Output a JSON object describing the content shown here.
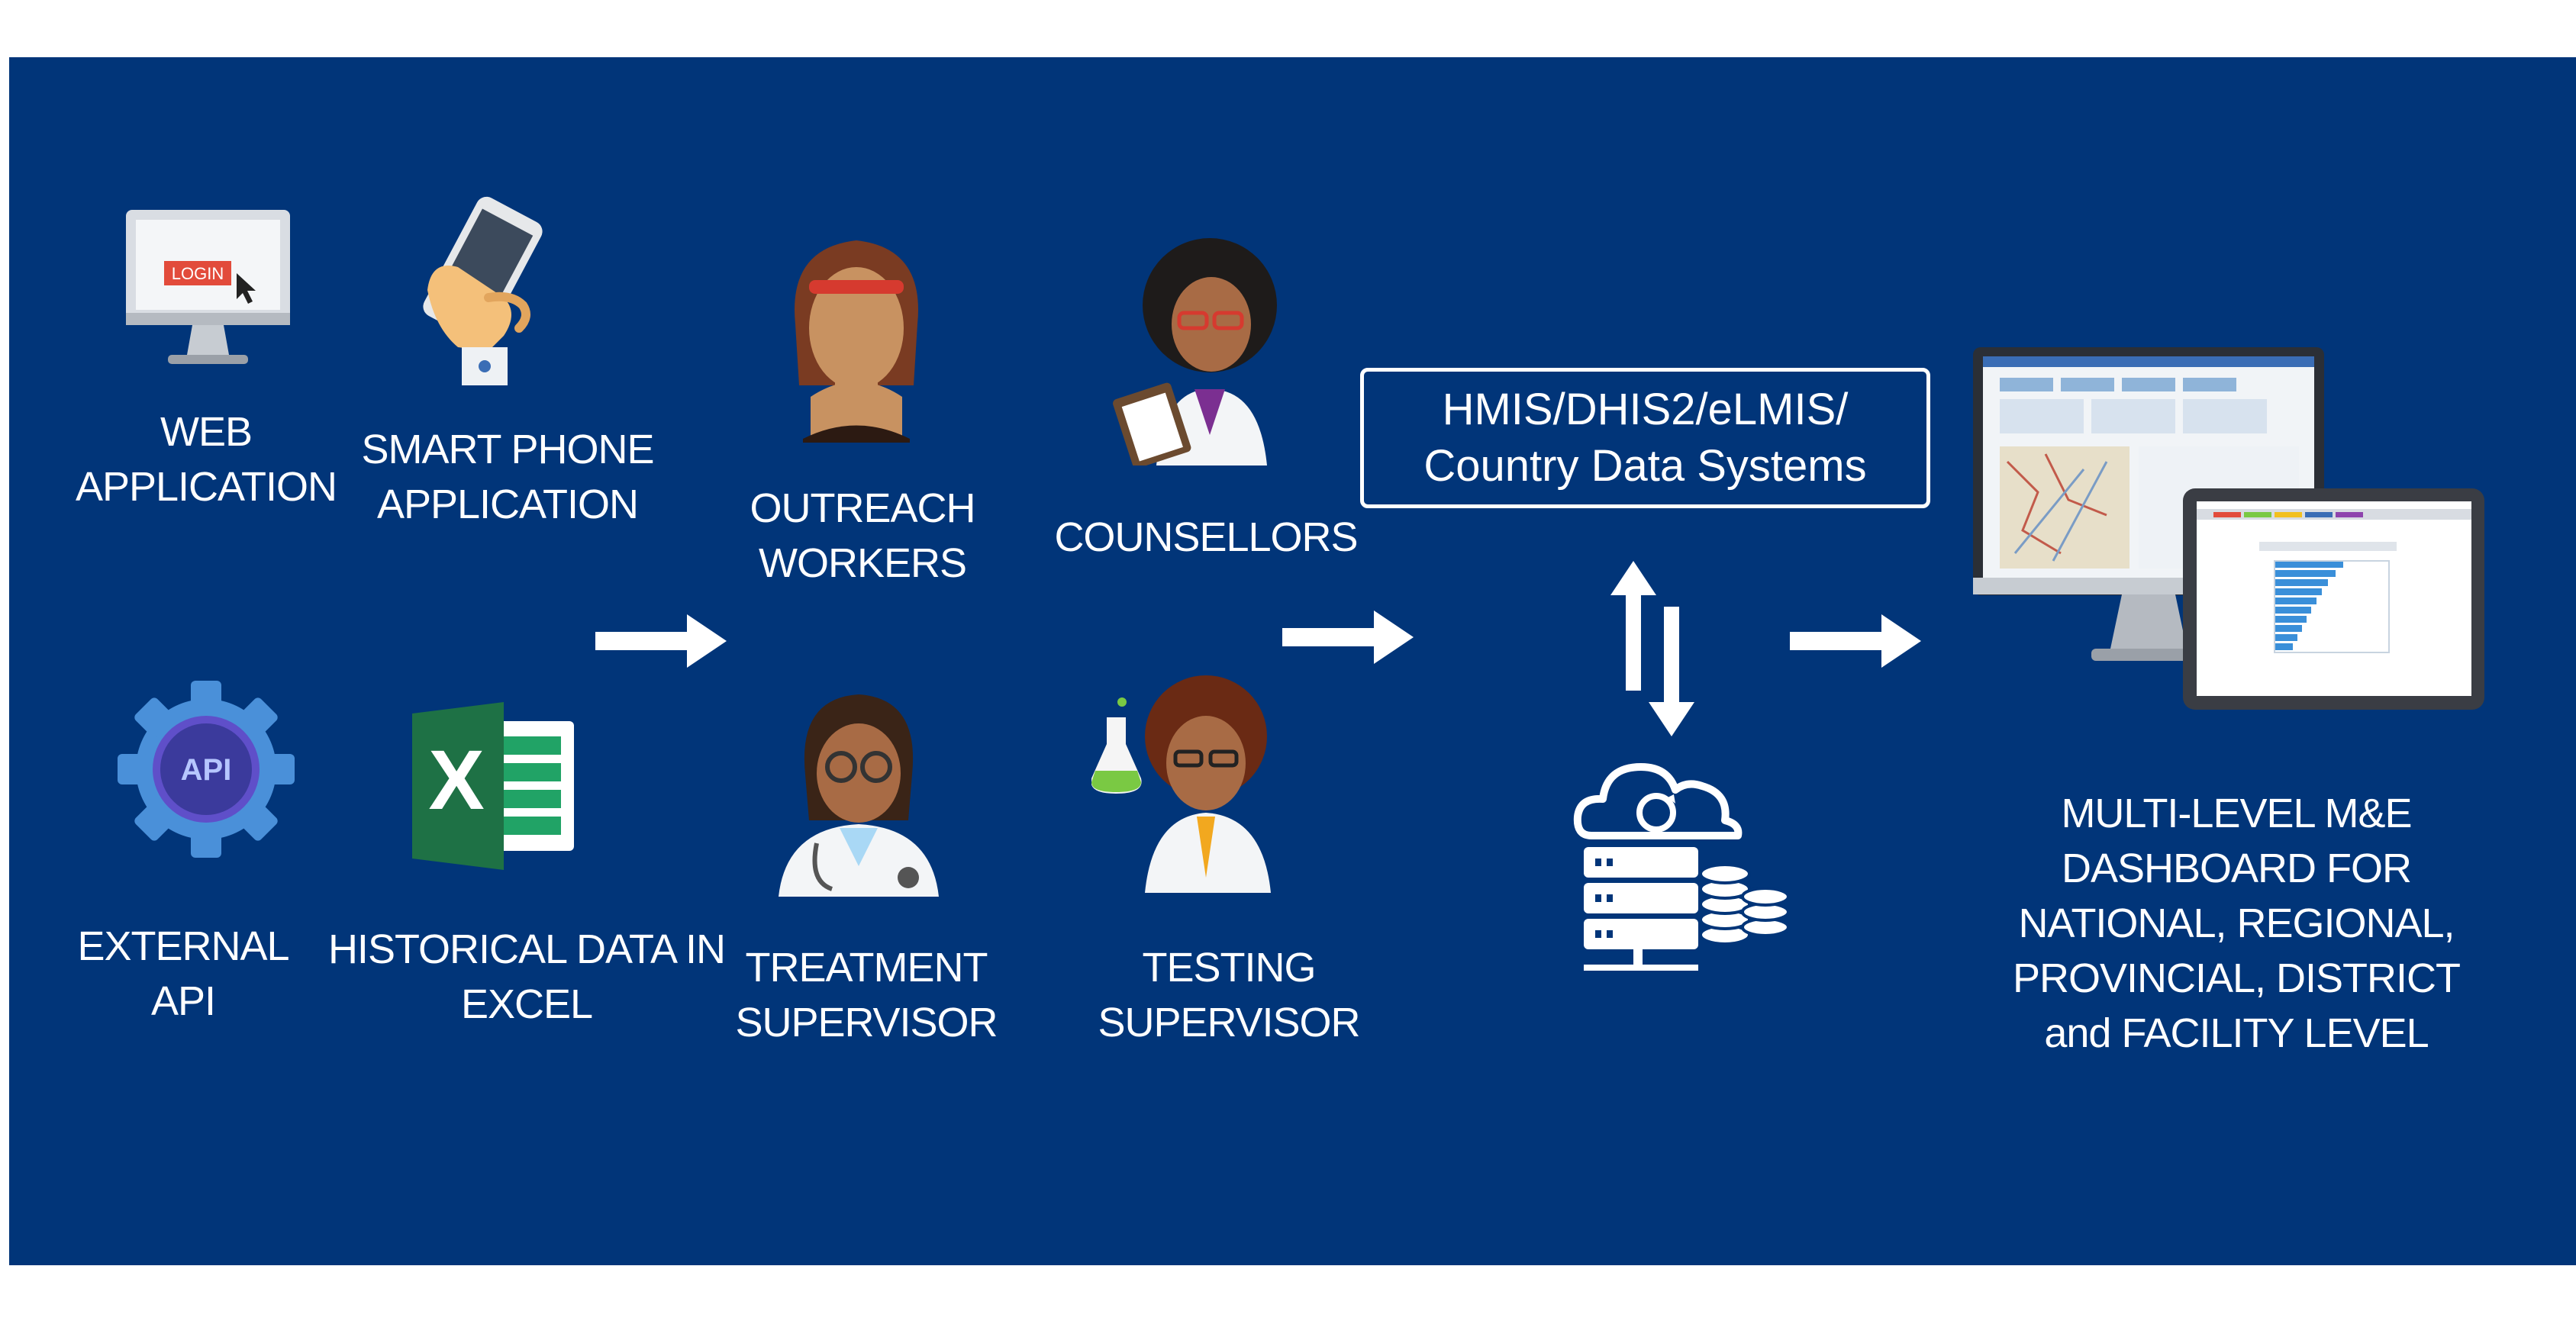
{
  "sources": {
    "web_application": [
      "WEB",
      "APPLICATION"
    ],
    "smart_phone_application": [
      "SMART PHONE",
      "APPLICATION"
    ],
    "external_api": [
      "EXTERNAL",
      "API"
    ],
    "historical_data": [
      "HISTORICAL DATA IN",
      "EXCEL"
    ],
    "login_text": "LOGIN",
    "api_text": "API",
    "excel_text": "X"
  },
  "roles": {
    "outreach_workers": [
      "OUTREACH",
      "WORKERS"
    ],
    "counsellors": [
      "COUNSELLORS"
    ],
    "treatment_supervisor": [
      "TREATMENT",
      "SUPERVISOR"
    ],
    "testing_supervisor": [
      "TESTING",
      "SUPERVISOR"
    ]
  },
  "systems": {
    "caption": [
      "HMIS/DHIS2/eLMIS/",
      "Country Data Systems"
    ]
  },
  "dashboard": {
    "caption": [
      "MULTI-LEVEL M&E",
      "DASHBOARD FOR",
      "NATIONAL, REGIONAL,",
      "PROVINCIAL, DISTRICT",
      "and FACILITY LEVEL"
    ]
  },
  "colors": {
    "background": "#013579",
    "foreground": "#ffffff",
    "excel_green": "#1e7145",
    "api_gear": "#4a90d9"
  },
  "icons": [
    "monitor-login-icon",
    "hand-phone-icon",
    "api-gear-icon",
    "excel-icon",
    "outreach-worker-avatar",
    "counsellor-avatar",
    "treatment-supervisor-avatar",
    "testing-supervisor-avatar",
    "cloud-database-icon",
    "dashboard-devices-icon",
    "arrow-right-icon",
    "sync-arrows-icon"
  ]
}
